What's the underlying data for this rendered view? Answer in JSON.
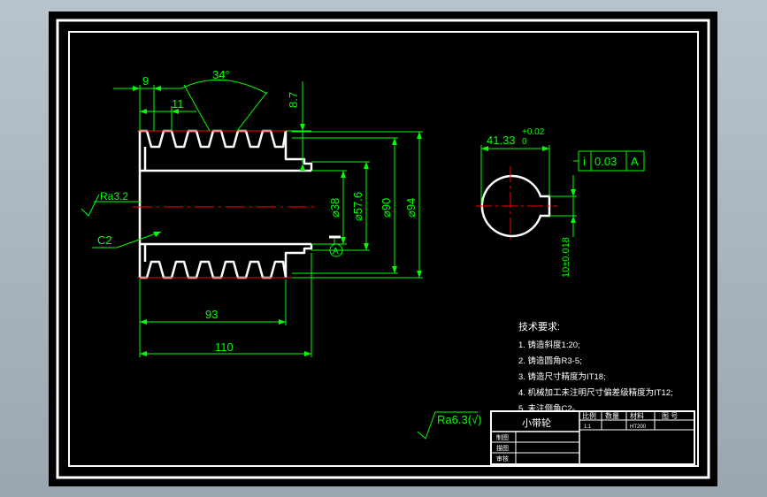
{
  "colors": {
    "background": "#000000",
    "frame": "#ffffff",
    "dimension": "#00ff00",
    "centerline": "#ff0000",
    "text": "#ffffff"
  },
  "dimensions": {
    "d9": "9",
    "d34deg": "34°",
    "d8_7": "8.7",
    "d11": "11",
    "d93": "93",
    "d110": "110",
    "d38": "⌀38",
    "d57_6": "⌀57.6",
    "d90": "⌀90",
    "d94": "⌀94",
    "keyway_depth": "41.33",
    "keyway_tol": "+0.02",
    "keyway_tol_lower": "0",
    "keyway_width": "10±0.018"
  },
  "annotations": {
    "ra_bore": "Ra3.2",
    "chamfer": "C2",
    "datum": "A",
    "ra_general": "Ra6.3(√)",
    "tolerance_symbol": "i",
    "tolerance_value": "0.03",
    "tolerance_datum": "A"
  },
  "tech": {
    "title": "技术要求:",
    "items": [
      "1. 铸造斜度1:20;",
      "2. 铸造圆角R3-5;",
      "3. 铸造尺寸精度为IT18;",
      "4. 机械加工未注明尺寸偏差级精度为IT12;",
      "5. 未注倒角C2。"
    ]
  },
  "title_block": {
    "part_name": "小带轮",
    "h_scale": "比例",
    "h_qty": "数量",
    "h_material": "材料",
    "h_drawing_no": "图 号",
    "scale_value": "1:1",
    "material_value": "HT200",
    "row_design": "制图",
    "row_check": "描图",
    "row_review": "审核"
  }
}
